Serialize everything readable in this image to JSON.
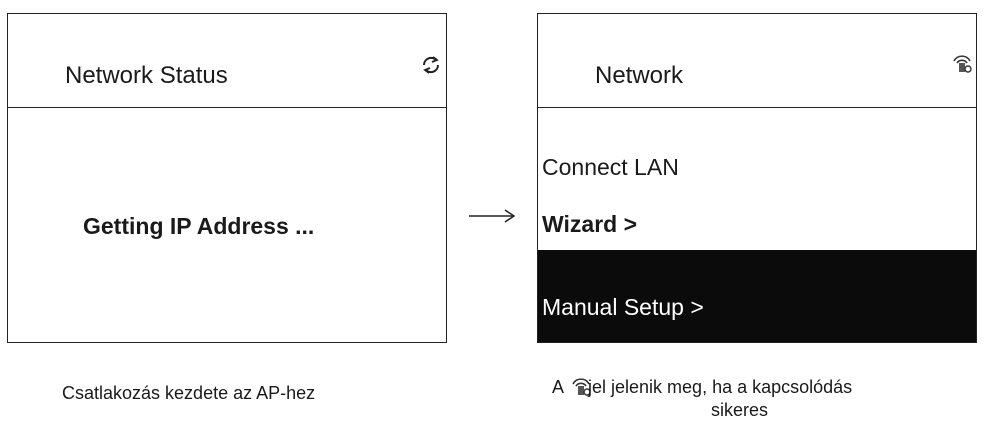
{
  "left_screen": {
    "title": "Network Status",
    "icon": "connecting-icon",
    "message": "Getting IP Address ..."
  },
  "right_screen": {
    "title": "Network",
    "icon": "wifi-connected-icon",
    "menu": [
      {
        "label": "Connect  LAN"
      },
      {
        "label": "Wizard  >"
      },
      {
        "label": "Manual Setup  >"
      }
    ],
    "selected_item": "Manual Setup  >"
  },
  "captions": {
    "left": "Csatlakozás kezdete az AP-hez",
    "right_prefix": "A ",
    "right_rest": "jel jelenik meg, ha a kapcsolódás",
    "right_line2": "sikeres"
  },
  "colors": {
    "border": "#222222",
    "selection_bg": "#0b0b0b",
    "selection_fg": "#ffffff"
  }
}
